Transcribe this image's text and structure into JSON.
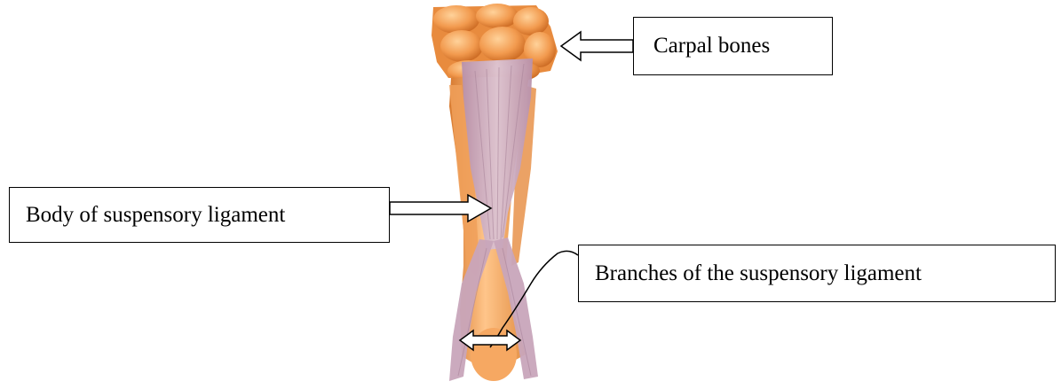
{
  "labels": {
    "carpal": "Carpal bones",
    "body": "Body of suspensory ligament",
    "branches": "Branches of the suspensory ligament"
  },
  "colors": {
    "bone": "#f2a35a",
    "bone_dark": "#d9792f",
    "bone_light": "#ffc98a",
    "ligament": "#c9a8bd",
    "ligament_dark": "#a6849c",
    "outline": "#000000",
    "background": "#ffffff"
  }
}
